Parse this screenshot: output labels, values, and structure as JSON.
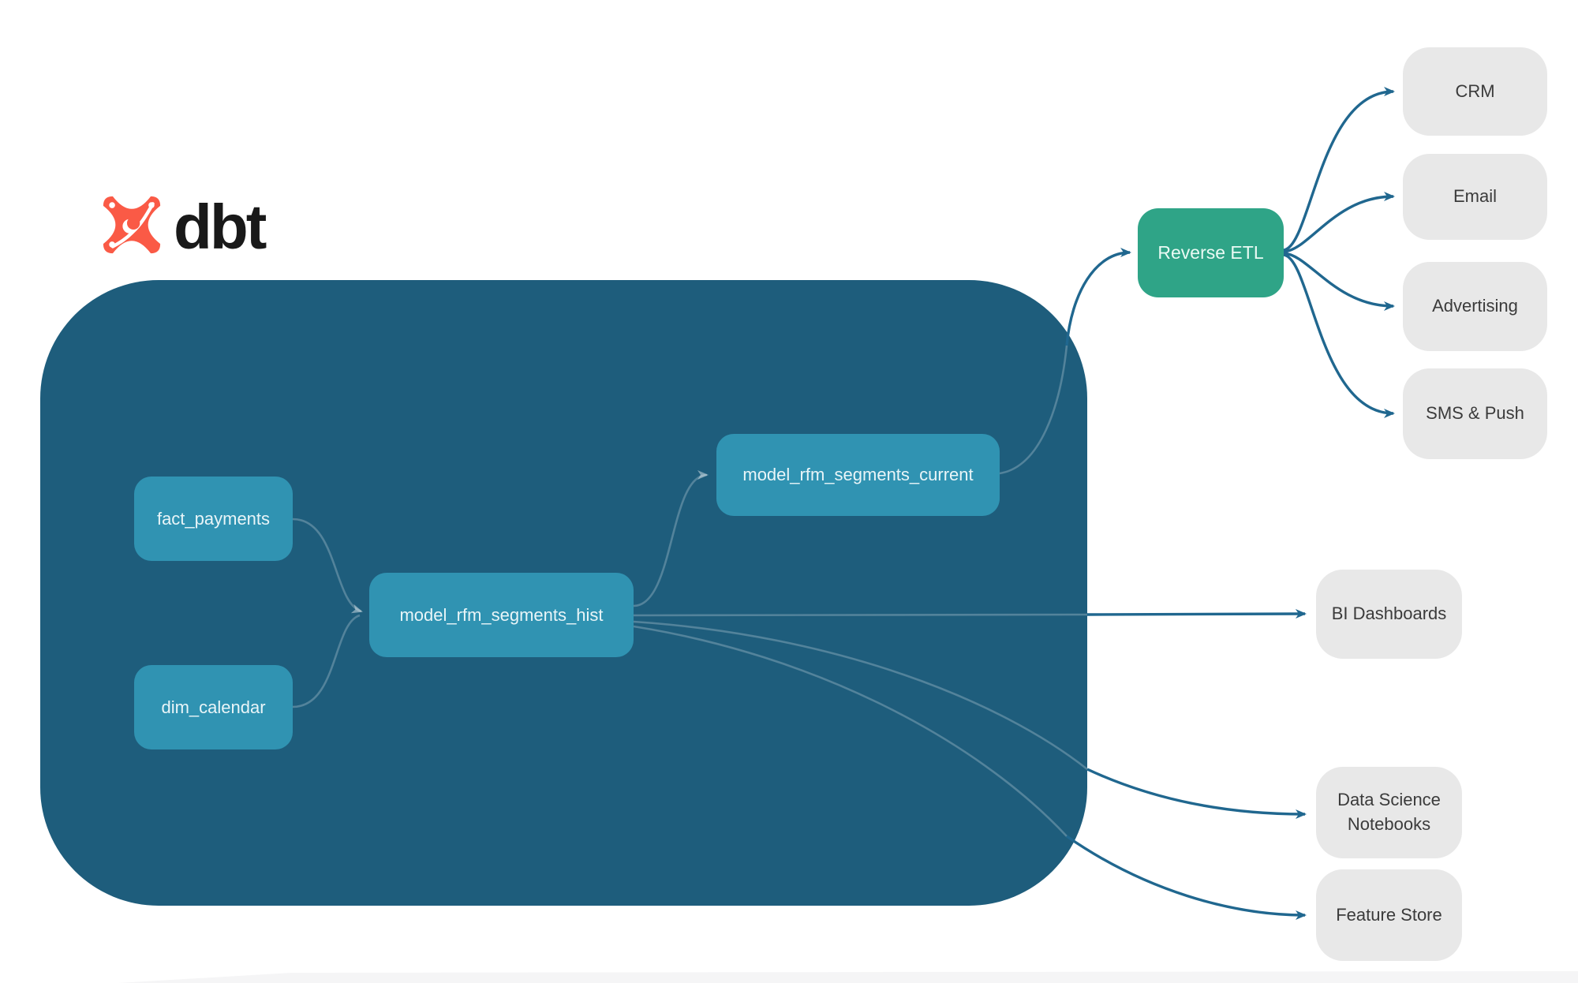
{
  "logo": {
    "brand": "dbt",
    "icon": "dbt-star-icon",
    "icon_color": "#fa5a46",
    "text_color": "#191919"
  },
  "warehouse": {
    "bg_color": "#1e5d7c",
    "node_color": "#3093b2",
    "nodes": [
      {
        "id": "fact_payments",
        "label": "fact_payments"
      },
      {
        "id": "dim_calendar",
        "label": "dim_calendar"
      },
      {
        "id": "model_rfm_segments_hist",
        "label": "model_rfm_segments_hist"
      },
      {
        "id": "model_rfm_segments_current",
        "label": "model_rfm_segments_current"
      }
    ]
  },
  "reverse_etl": {
    "label": "Reverse ETL",
    "color": "#2fa487"
  },
  "activation_targets": [
    {
      "label": "CRM"
    },
    {
      "label": "Email"
    },
    {
      "label": "Advertising"
    },
    {
      "label": "SMS & Push"
    }
  ],
  "analytics_targets": [
    {
      "label": "BI Dashboards"
    },
    {
      "label": "Data Science Notebooks"
    },
    {
      "label": "Feature Store"
    }
  ],
  "edges": [
    {
      "from": "fact_payments",
      "to": "model_rfm_segments_hist"
    },
    {
      "from": "dim_calendar",
      "to": "model_rfm_segments_hist"
    },
    {
      "from": "model_rfm_segments_hist",
      "to": "model_rfm_segments_current"
    },
    {
      "from": "model_rfm_segments_current",
      "to": "Reverse ETL"
    },
    {
      "from": "Reverse ETL",
      "to": "CRM"
    },
    {
      "from": "Reverse ETL",
      "to": "Email"
    },
    {
      "from": "Reverse ETL",
      "to": "Advertising"
    },
    {
      "from": "Reverse ETL",
      "to": "SMS & Push"
    },
    {
      "from": "model_rfm_segments_hist",
      "to": "BI Dashboards"
    },
    {
      "from": "model_rfm_segments_hist",
      "to": "Data Science Notebooks"
    },
    {
      "from": "model_rfm_segments_hist",
      "to": "Feature Store"
    }
  ],
  "colors": {
    "edge_dark": "#20678f",
    "edge_light": "rgba(255,255,255,0.24)",
    "target_bg": "#e8e8e8",
    "target_text": "#3b3b3b"
  }
}
